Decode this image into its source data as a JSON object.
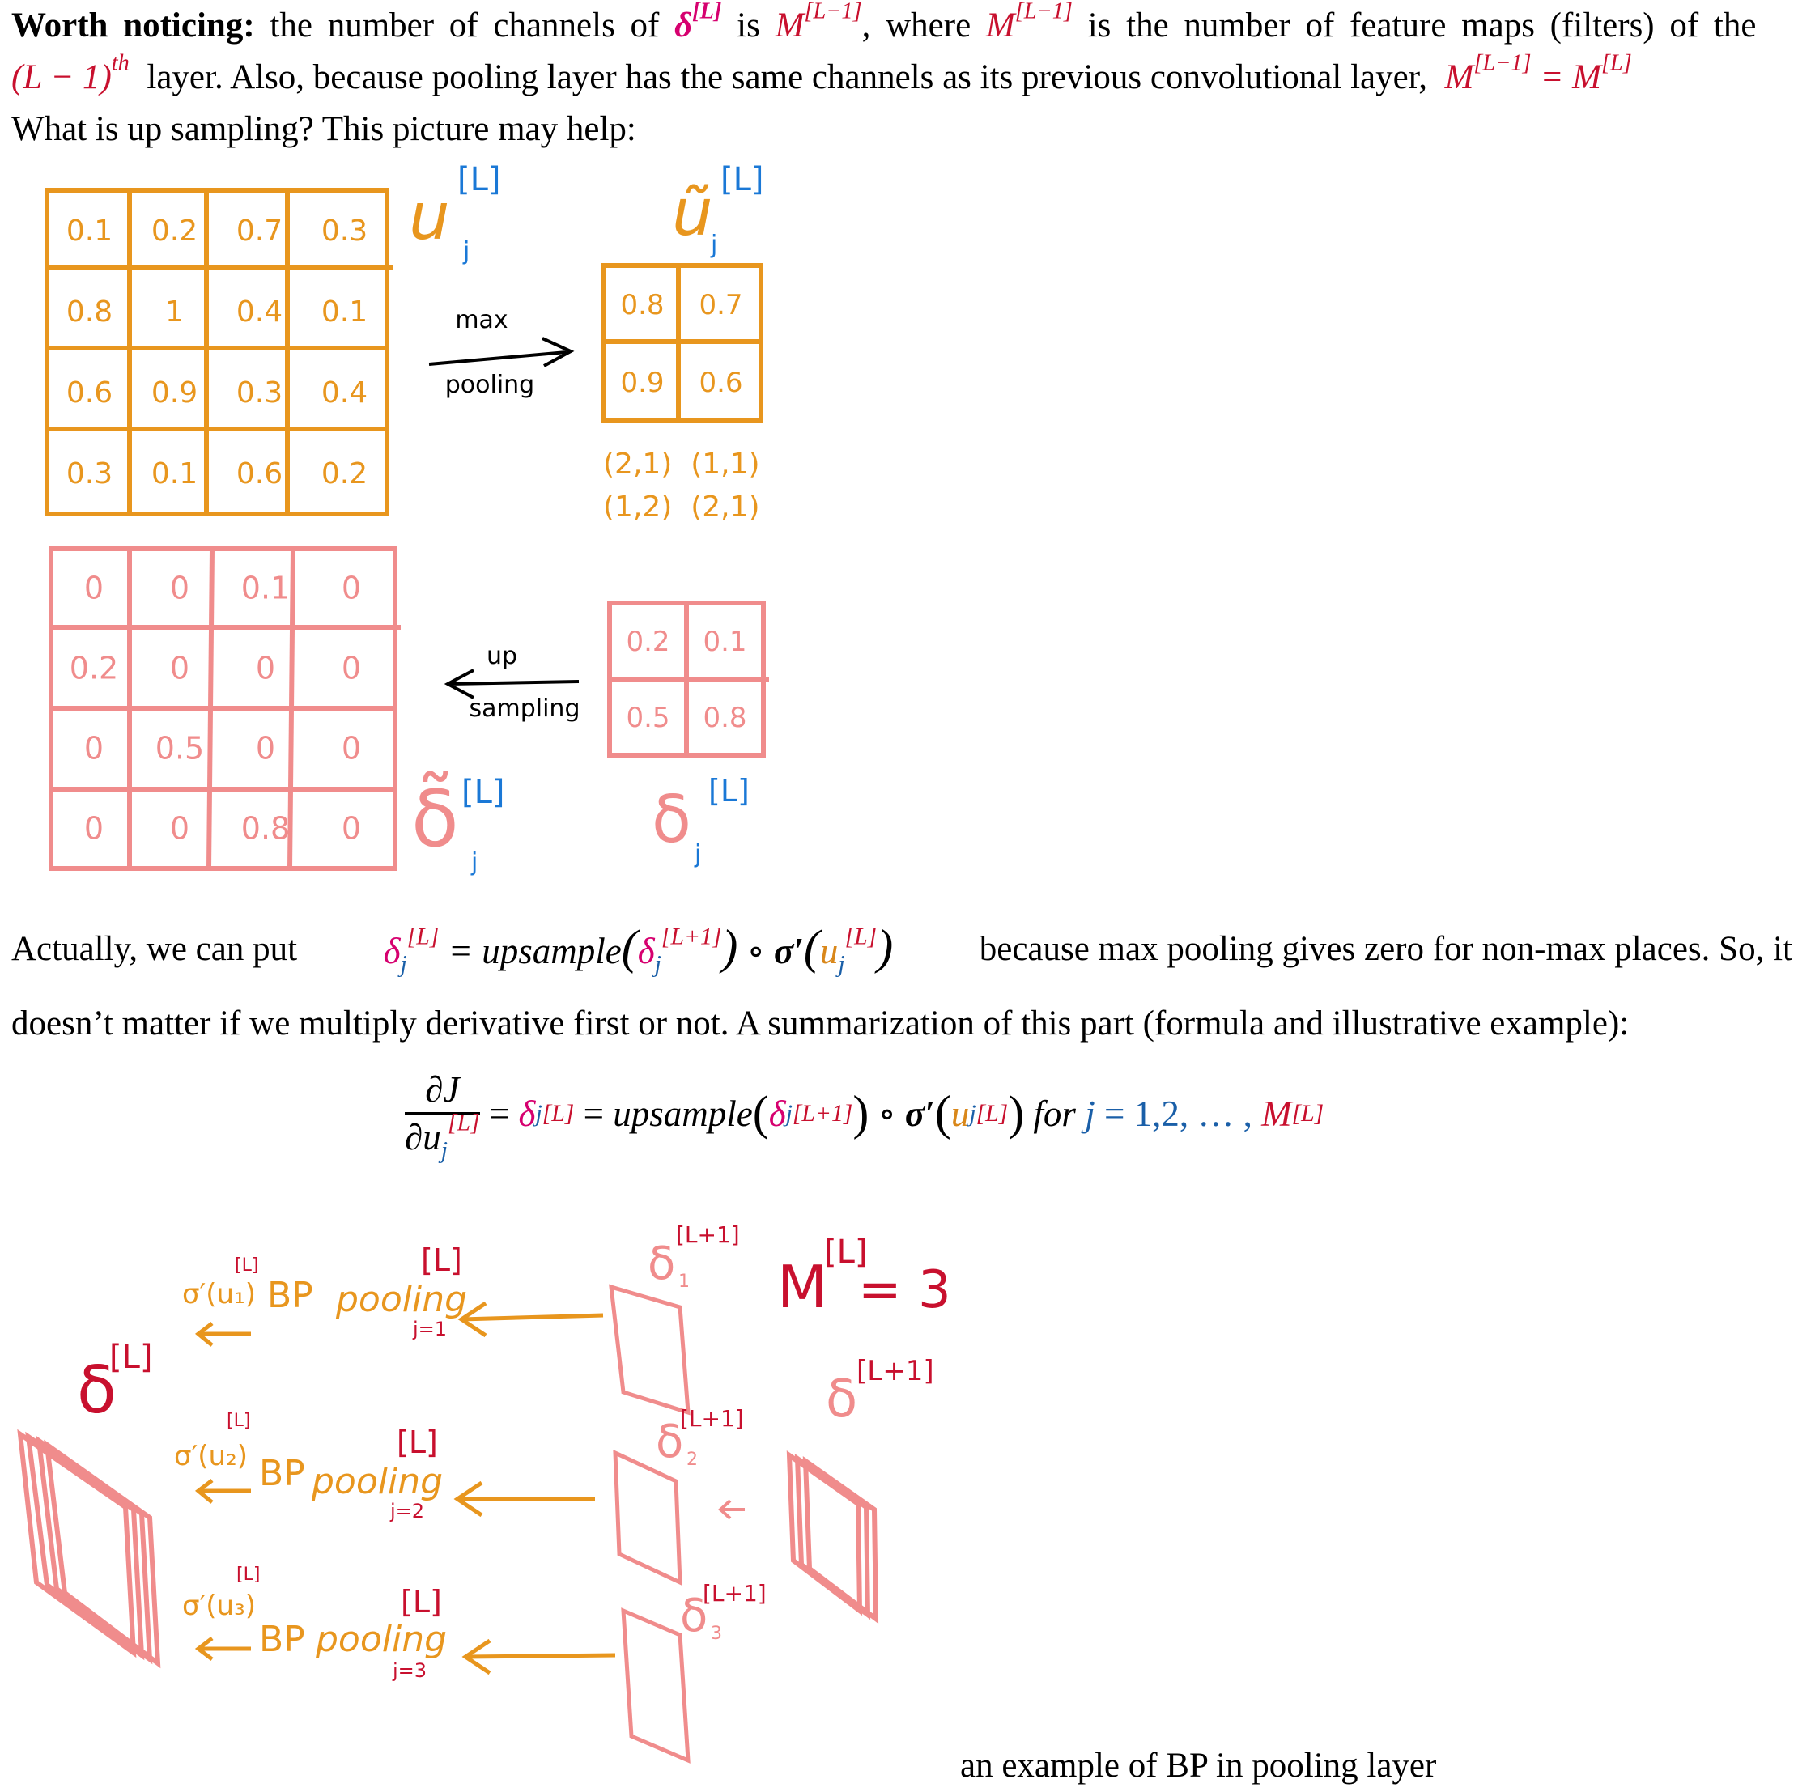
{
  "intro": {
    "bold_label": "Worth noticing:",
    "part1": "the number of channels of",
    "delta_symbol": "δ",
    "delta_sup": "[L]",
    "part2": "is",
    "M_symbol": "M",
    "M_sup_prev": "[L−1]",
    "part3": ", where",
    "part4": "is the number of feature maps (filters) of the",
    "layer_index": "(L − 1)",
    "layer_sup": "th",
    "part5": "layer. Also, because pooling layer has the same channels as its previous convolutional layer,",
    "equality_rhs_sup": "[L]",
    "equals": "="
  },
  "question": "What is up sampling? This picture may help:",
  "figure1": {
    "input_grid": [
      [
        "0.1",
        "0.2",
        "0.7",
        "0.3"
      ],
      [
        "0.8",
        "1",
        "0.4",
        "0.1"
      ],
      [
        "0.6",
        "0.9",
        "0.3",
        "0.4"
      ],
      [
        "0.3",
        "0.1",
        "0.6",
        "0.2"
      ]
    ],
    "input_label": "u",
    "input_sub": "j",
    "input_sup": "[L]",
    "pool_arrow_top": "max",
    "pool_arrow_bottom": "pooling",
    "pooled_grid": [
      [
        "0.8",
        "0.7"
      ],
      [
        "0.9",
        "0.6"
      ]
    ],
    "pooled_label": "ũ",
    "pooled_sub": "j",
    "pooled_sup": "[L]",
    "indices_row1": "(2,1)  (1,1)",
    "indices_row2": "(1,2)  (2,1)",
    "upsampled_grid": [
      [
        "0",
        "0",
        "0.1",
        "0"
      ],
      [
        "0.2",
        "0",
        "0",
        "0"
      ],
      [
        "0",
        "0.5",
        "0",
        "0"
      ],
      [
        "0",
        "0",
        "0.8",
        "0"
      ]
    ],
    "upsampled_label": "δ̃",
    "upsampled_sub": "j",
    "upsampled_sup": "[L]",
    "up_arrow_top": "up",
    "up_arrow_bottom": "sampling",
    "delta_grid": [
      [
        "0.2",
        "0.1"
      ],
      [
        "0.5",
        "0.8"
      ]
    ],
    "delta_label": "δ",
    "delta_sub": "j",
    "delta_sup": "[L]"
  },
  "para2": {
    "line1_start": "Actually, we can put",
    "line1_end": "because max pooling gives zero for non-max places. So, it",
    "line2": "doesn’t matter if we multiply derivative first or not. A summarization of this part (formula and illustrative example):"
  },
  "formula": {
    "delta": "δ",
    "sub_j": "j",
    "sup_L": "[L]",
    "sup_L1": "[L+1]",
    "upsample": "upsample",
    "circ": "∘",
    "sigma": "σ′",
    "u": "u",
    "dJ": "∂J",
    "du": "∂u",
    "equals": "=",
    "for_text": "for",
    "j_var": "j",
    "range": "= 1,2, … ,",
    "M": "M"
  },
  "figure2": {
    "top_row": {
      "sigma": "σ′(u₁)",
      "sigma_sup": "[L]",
      "bp": "BP",
      "pooling": "pooling",
      "pool_sup": "[L]",
      "j": "j=1",
      "delta": "δ",
      "delta_sub": "1",
      "delta_sup": "[L+1]"
    },
    "mid_row": {
      "sigma": "σ′(u₂)",
      "sigma_sup": "[L]",
      "bp": "BP",
      "pooling": "pooling",
      "pool_sup": "[L]",
      "j": "j=2",
      "delta": "δ",
      "delta_sub": "2",
      "delta_sup": "[L+1]"
    },
    "bot_row": {
      "sigma": "σ′(u₃)",
      "sigma_sup": "[L]",
      "bp": "BP",
      "pooling": "pooling",
      "pool_sup": "[L]",
      "j": "j=3",
      "delta": "δ",
      "delta_sub": "3",
      "delta_sup": "[L+1]"
    },
    "delta_L": "δ",
    "delta_L_sup": "[L]",
    "delta_L1": "δ",
    "delta_L1_sup": "[L+1]",
    "M_eq": "M",
    "M_eq_sup": "[L]",
    "M_value": "= 3"
  },
  "caption": "an example of BP in pooling layer",
  "colors": {
    "orange": "#e8961e",
    "pink": "#f08c8c",
    "red": "#c8102e",
    "blue": "#1a78d6",
    "black": "#000000"
  }
}
